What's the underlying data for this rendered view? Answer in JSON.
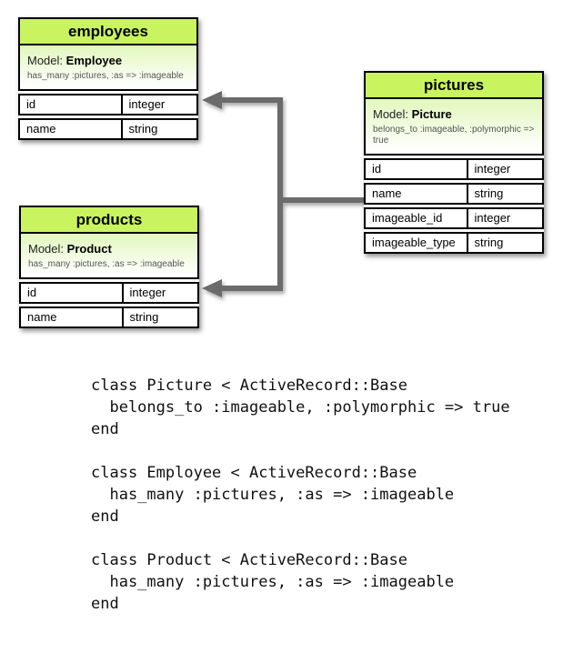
{
  "diagram": {
    "tables": {
      "employees": {
        "title": "employees",
        "model_label": "Model:",
        "model_name": "Employee",
        "association": "has_many :pictures, :as => :imageable",
        "rows": [
          {
            "name": "id",
            "type": "integer"
          },
          {
            "name": "name",
            "type": "string"
          }
        ]
      },
      "pictures": {
        "title": "pictures",
        "model_label": "Model:",
        "model_name": "Picture",
        "association": "belongs_to :imageable, :polymorphic => true",
        "rows": [
          {
            "name": "id",
            "type": "integer"
          },
          {
            "name": "name",
            "type": "string"
          },
          {
            "name": "imageable_id",
            "type": "integer"
          },
          {
            "name": "imageable_type",
            "type": "string"
          }
        ]
      },
      "products": {
        "title": "products",
        "model_label": "Model:",
        "model_name": "Product",
        "association": "has_many :pictures, :as => :imageable",
        "rows": [
          {
            "name": "id",
            "type": "integer"
          },
          {
            "name": "name",
            "type": "string"
          }
        ]
      }
    },
    "colors": {
      "header_green": "#c9f45f",
      "model_gradient_top": "#e2f7bd",
      "connector_gray": "#6b6b6b",
      "table_border": "#000000"
    }
  },
  "code": {
    "blocks": [
      {
        "lines": [
          "class Picture < ActiveRecord::Base",
          "  belongs_to :imageable, :polymorphic => true",
          "end"
        ]
      },
      {
        "lines": [
          "class Employee < ActiveRecord::Base",
          "  has_many :pictures, :as => :imageable",
          "end"
        ]
      },
      {
        "lines": [
          "class Product < ActiveRecord::Base",
          "  has_many :pictures, :as => :imageable",
          "end"
        ]
      }
    ]
  }
}
